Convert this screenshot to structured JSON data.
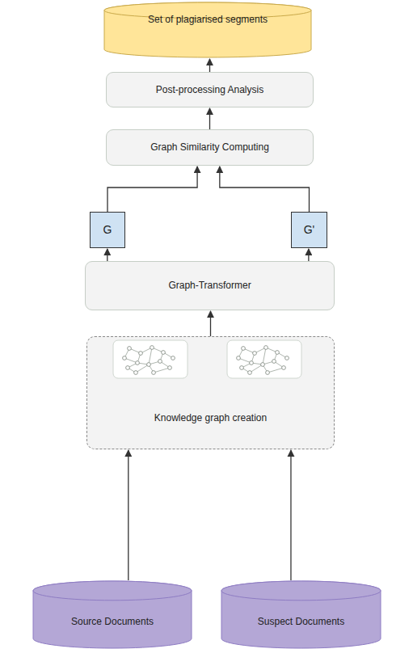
{
  "diagram": {
    "nodes": [
      {
        "text": [
          "Set of plagiarised segments"
        ]
      },
      {
        "text": [
          "Post-processing Analysis"
        ]
      },
      {
        "text": [
          "Graph Similarity Computing"
        ]
      },
      {
        "text": [
          "G"
        ]
      },
      {
        "text": [
          "G'"
        ]
      },
      {
        "text": [
          "Graph-Transformer"
        ]
      },
      {
        "text": [
          "Knowledge graph creation"
        ]
      },
      {
        "text": [
          "Source Documents"
        ]
      },
      {
        "text": [
          "Suspect Documents"
        ]
      }
    ],
    "edges": [
      {
        "from": 7,
        "to": 6,
        "arrow": "to"
      },
      {
        "from": 8,
        "to": 6,
        "arrow": "to"
      },
      {
        "from": 6,
        "to": 5,
        "arrow": "to"
      },
      {
        "from": 5,
        "to": 3,
        "arrow": "to"
      },
      {
        "from": 5,
        "to": 4,
        "arrow": "to"
      },
      {
        "from": 3,
        "to": 2,
        "arrow": "to"
      },
      {
        "from": 4,
        "to": 2,
        "arrow": "to"
      },
      {
        "from": 2,
        "to": 1,
        "arrow": "to"
      },
      {
        "from": 1,
        "to": 0,
        "arrow": "to"
      }
    ]
  }
}
